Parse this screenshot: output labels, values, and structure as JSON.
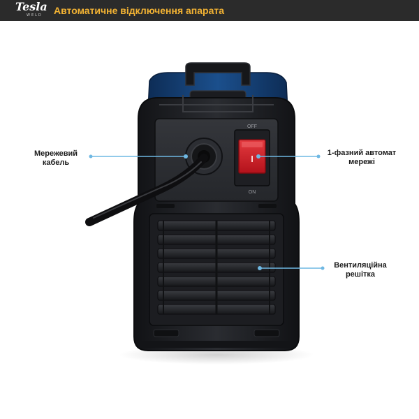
{
  "header": {
    "logo_main": "Tesla",
    "logo_sub": "WELD",
    "title": "Автоматичне відключення апарата"
  },
  "callouts": {
    "cable": {
      "line1": "Мережевий",
      "line2": "кабель"
    },
    "switch": {
      "line1": "1-фазний автомат",
      "line2": "мережі"
    },
    "vent": {
      "line1": "Вентиляційна",
      "line2": "решітка"
    }
  },
  "device": {
    "switch_off_label": "OFF",
    "switch_on_label": "ON",
    "switch_mark": "I"
  },
  "colors": {
    "header_bg": "#2b2b2b",
    "title_color": "#f2b233",
    "callout_line": "#6fb8e3",
    "body_dark": "#1c1d21",
    "body_blue": "#123a6b",
    "switch_red": "#d0202a"
  }
}
